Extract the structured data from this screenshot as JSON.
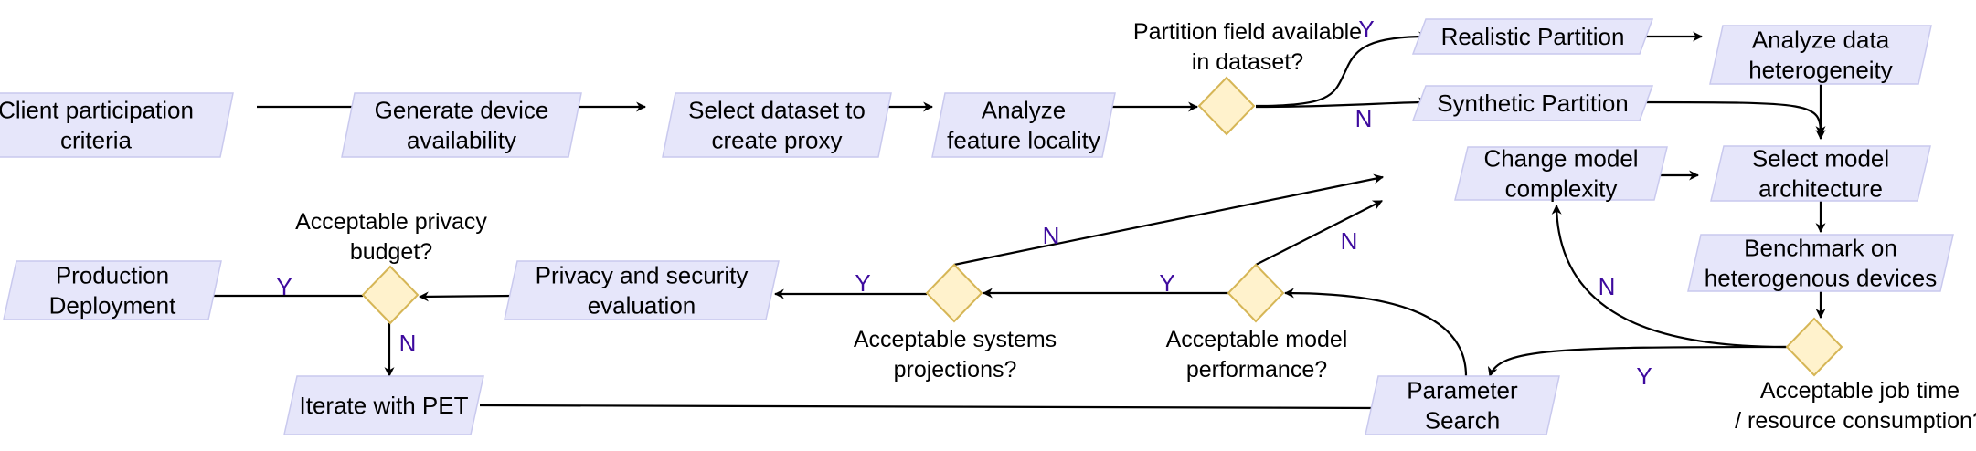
{
  "colors": {
    "process_fill": "#e6e6fa",
    "process_stroke": "#c9c9ee",
    "decision_fill": "#fff2cc",
    "decision_stroke": "#d6b656",
    "edge": "#000000",
    "edge_label": "#3d0a9e"
  },
  "nodes": {
    "client_participation": [
      "Client participation",
      "criteria"
    ],
    "generate_availability": [
      "Generate device",
      "availability"
    ],
    "select_dataset": [
      "Select dataset to",
      "create proxy"
    ],
    "analyze_locality": [
      "Analyze",
      "feature locality"
    ],
    "realistic_partition": [
      "Realistic Partition"
    ],
    "synthetic_partition": [
      "Synthetic Partition"
    ],
    "analyze_heterogeneity": [
      "Analyze data",
      "heterogeneity"
    ],
    "change_complexity": [
      "Change model",
      "complexity"
    ],
    "select_architecture": [
      "Select model",
      "architecture"
    ],
    "benchmark": [
      "Benchmark on",
      "heterogenous devices"
    ],
    "production": [
      "Production",
      "Deployment"
    ],
    "privacy_eval": [
      "Privacy and security",
      "evaluation"
    ],
    "iterate_pet": [
      "Iterate with PET"
    ],
    "parameter_search": [
      "Parameter",
      "Search"
    ]
  },
  "decisions": {
    "partition_field": [
      "Partition field available",
      "in dataset?"
    ],
    "privacy_budget": [
      "Acceptable privacy",
      "budget?"
    ],
    "systems_projections": [
      "Acceptable systems",
      "projections?"
    ],
    "model_performance": [
      "Acceptable model",
      "performance?"
    ],
    "job_time": [
      "Acceptable job time",
      "/ resource consumption?"
    ]
  },
  "edge_labels": {
    "partition_yes": "Y",
    "partition_no": "N",
    "systems_no": "N",
    "performance_no": "N",
    "performance_yes": "Y",
    "systems_yes": "Y",
    "privacy_yes": "Y",
    "privacy_no": "N",
    "jobtime_no": "N",
    "jobtime_yes": "Y"
  }
}
